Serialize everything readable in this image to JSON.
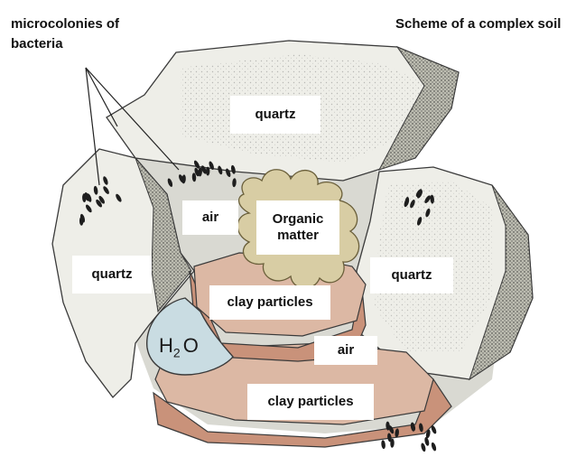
{
  "labels": {
    "top_left": "microcolonies of bacteria",
    "top_right": "Scheme of a complex soil",
    "quartz_top": "quartz",
    "quartz_left": "quartz",
    "quartz_right": "quartz",
    "air_top": "air",
    "air_bottom": "air",
    "organic": "Organic matter",
    "clay_upper": "clay particles",
    "clay_lower": "clay particles",
    "water_h": "H",
    "water_sub": "2",
    "water_o": "O"
  },
  "colors": {
    "quartz_fill": "#eeeee8",
    "quartz_shade": "#c9c9bd",
    "clay_top": "#dcb8a4",
    "clay_side": "#c9927a",
    "organic": "#d8cda4",
    "water": "#c9dce2",
    "bacteria": "#1e1e1e"
  }
}
